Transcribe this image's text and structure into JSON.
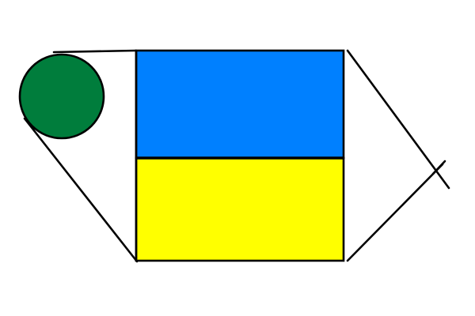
{
  "colors": {
    "background": "#ffffff",
    "stroke": "#000000",
    "circle_fill": "#007d3c",
    "top_rect_fill": "#0080ff",
    "bottom_rect_fill": "#ffff00"
  },
  "shapes": {
    "circle": "circle",
    "top_rectangle": "rectangle",
    "bottom_rectangle": "rectangle",
    "outline": "hexagonal-outline",
    "tick": "tick-mark"
  }
}
